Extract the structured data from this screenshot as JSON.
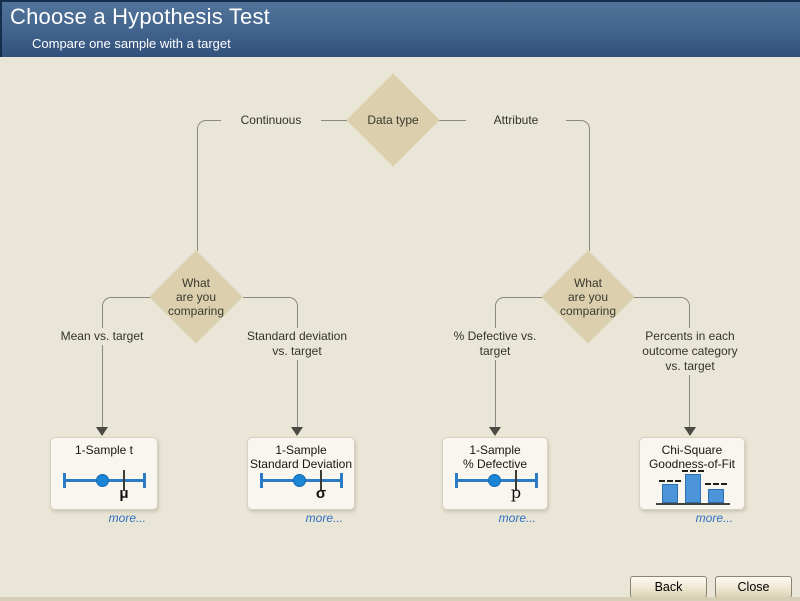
{
  "header": {
    "title": "Choose a Hypothesis Test",
    "subtitle": "Compare one sample with a target"
  },
  "tree": {
    "root_label": "Data type",
    "branch_left": "Continuous",
    "branch_right": "Attribute",
    "compare_diamond_lines": [
      "What",
      "are you",
      "comparing"
    ],
    "leaf_labels": [
      [
        "Mean vs. target"
      ],
      [
        "Standard deviation",
        "vs. target"
      ],
      [
        "% Defective vs.",
        "target"
      ],
      [
        "Percents in each",
        "outcome category",
        "vs. target"
      ]
    ]
  },
  "cards": [
    {
      "title_lines": [
        "1-Sample t"
      ],
      "symbol": "μ",
      "more_label": "more..."
    },
    {
      "title_lines": [
        "1-Sample",
        "Standard Deviation"
      ],
      "symbol": "σ",
      "more_label": "more..."
    },
    {
      "title_lines": [
        "1-Sample",
        "% Defective"
      ],
      "symbol": "p",
      "more_label": "more..."
    },
    {
      "title_lines": [
        "Chi-Square",
        "Goodness-of-Fit"
      ],
      "more_label": "more..."
    }
  ],
  "footer": {
    "back_label": "Back",
    "close_label": "Close"
  },
  "colors": {
    "header_top": "#527499",
    "header_bottom": "#32517c",
    "background": "#eae6d7",
    "diamond": "#dbcfae",
    "connector_line": "#8a897f",
    "accent_blue": "#1b86d6",
    "link_blue": "#2e6fc0"
  }
}
